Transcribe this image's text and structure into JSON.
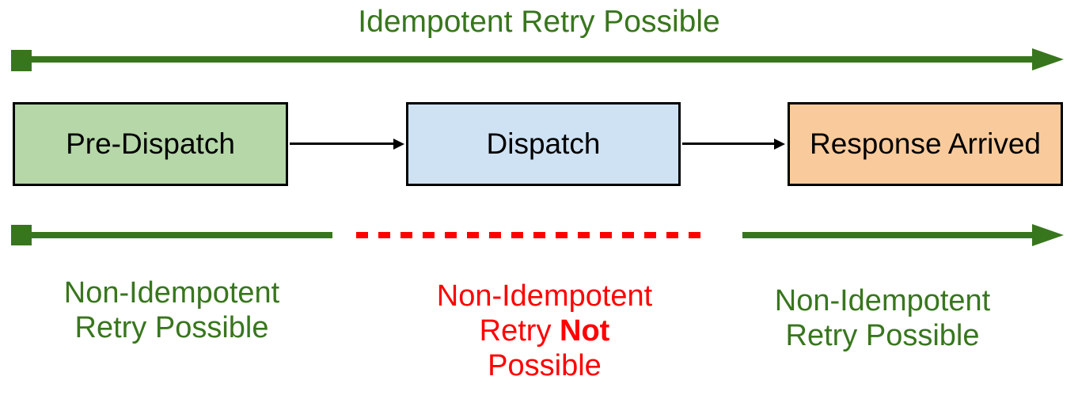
{
  "colors": {
    "green": "#38761d",
    "red": "#ff0000",
    "black": "#000000",
    "stage_green_fill": "#b6d7a8",
    "stage_blue_fill": "#cfe2f3",
    "stage_orange_fill": "#f9cb9c"
  },
  "diagram": {
    "title": "Idempotent Retry Possible",
    "stages": [
      {
        "label": "Pre-Dispatch",
        "fill": "#b6d7a8"
      },
      {
        "label": "Dispatch",
        "fill": "#cfe2f3"
      },
      {
        "label": "Response Arrived",
        "fill": "#f9cb9c"
      }
    ],
    "bottom_labels": {
      "left": {
        "line1": "Non-Idempotent",
        "line2": "Retry Possible"
      },
      "middle": {
        "line1": "Non-Idempotent",
        "line2_prefix": "Retry ",
        "line2_bold": "Not",
        "line3": "Possible"
      },
      "right": {
        "line1": "Non-Idempotent",
        "line2": "Retry Possible"
      }
    }
  }
}
